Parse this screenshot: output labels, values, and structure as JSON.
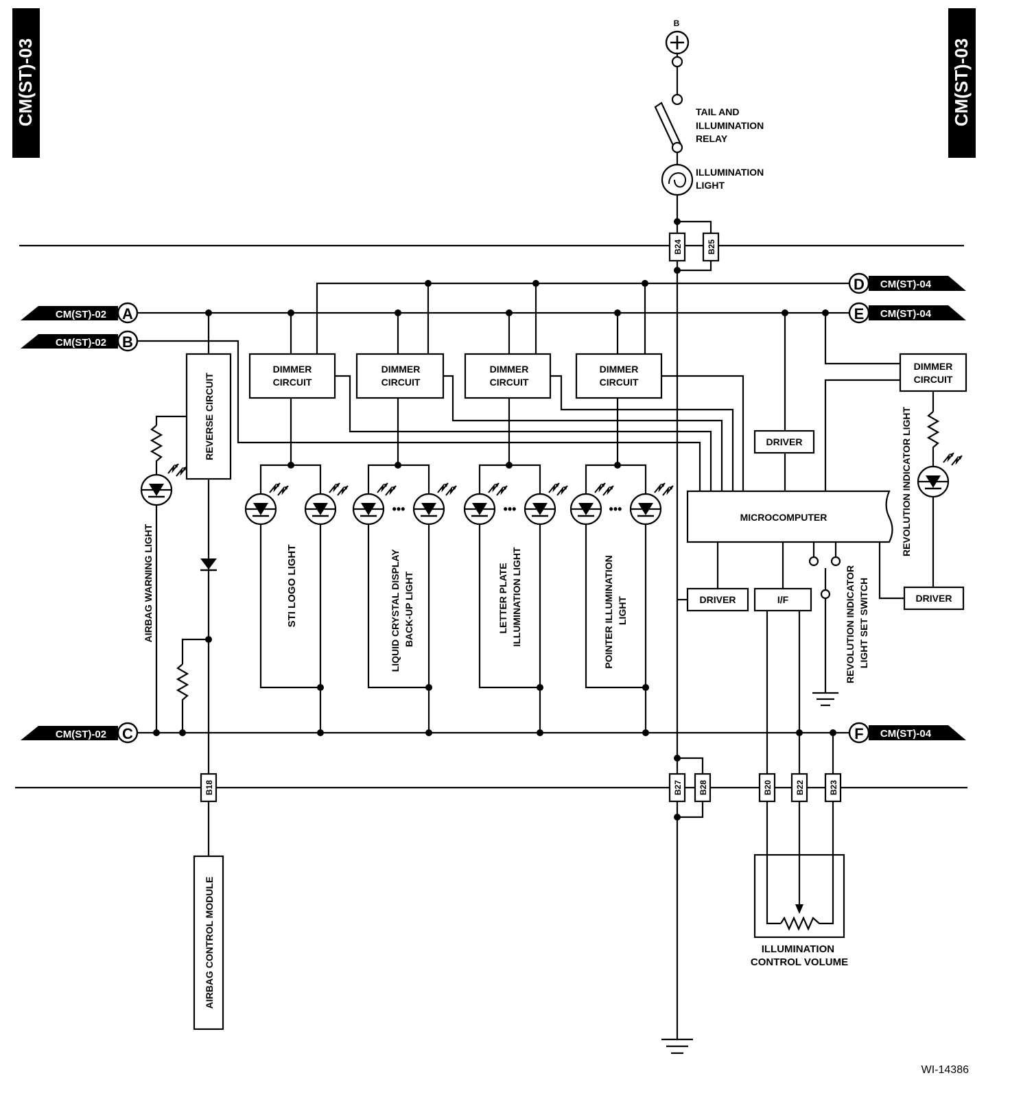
{
  "sheet": {
    "id_left": "CM(ST)-03",
    "id_right": "CM(ST)-03",
    "figure_code": "WI-14386"
  },
  "power": {
    "battery_label": "B",
    "relay_label": [
      "TAIL AND",
      "ILLUMINATION",
      "RELAY"
    ],
    "lamp_label": [
      "ILLUMINATION",
      "LIGHT"
    ]
  },
  "connectors": {
    "A": {
      "letter": "A",
      "ref": "CM(ST)-02"
    },
    "B": {
      "letter": "B",
      "ref": "CM(ST)-02"
    },
    "C": {
      "letter": "C",
      "ref": "CM(ST)-02"
    },
    "D": {
      "letter": "D",
      "ref": "CM(ST)-04"
    },
    "E": {
      "letter": "E",
      "ref": "CM(ST)-04"
    },
    "F": {
      "letter": "F",
      "ref": "CM(ST)-04"
    }
  },
  "pins": {
    "b24": "B24",
    "b25": "B25",
    "b18": "B18",
    "b27": "B27",
    "b28": "B28",
    "b20": "B20",
    "b22": "B22",
    "b23": "B23"
  },
  "blocks": {
    "dimmer": [
      "DIMMER",
      "CIRCUIT"
    ],
    "reverse": "REVERSE CIRCUIT",
    "microcomputer": "MICROCOMPUTER",
    "driver": "DRIVER",
    "interface": "I/F"
  },
  "lights": {
    "airbag_warning": "AIRBAG WARNING LIGHT",
    "sti_logo": "STI LOGO LIGHT",
    "lcd_backup": [
      "LIQUID CRYSTAL DISPLAY",
      "BACK-UP LIGHT"
    ],
    "letter_plate": [
      "LETTER PLATE",
      "ILLUMINATION LIGHT"
    ],
    "pointer": [
      "POINTER ILLUMINATION",
      "LIGHT"
    ],
    "revolution_indicator": "REVOLUTION INDICATOR LIGHT"
  },
  "switches": {
    "revolution_set": [
      "REVOLUTION INDICATOR",
      "LIGHT SET SWITCH"
    ]
  },
  "modules": {
    "airbag_control": "AIRBAG CONTROL MODULE",
    "illumination_volume": [
      "ILLUMINATION",
      "CONTROL VOLUME"
    ]
  }
}
